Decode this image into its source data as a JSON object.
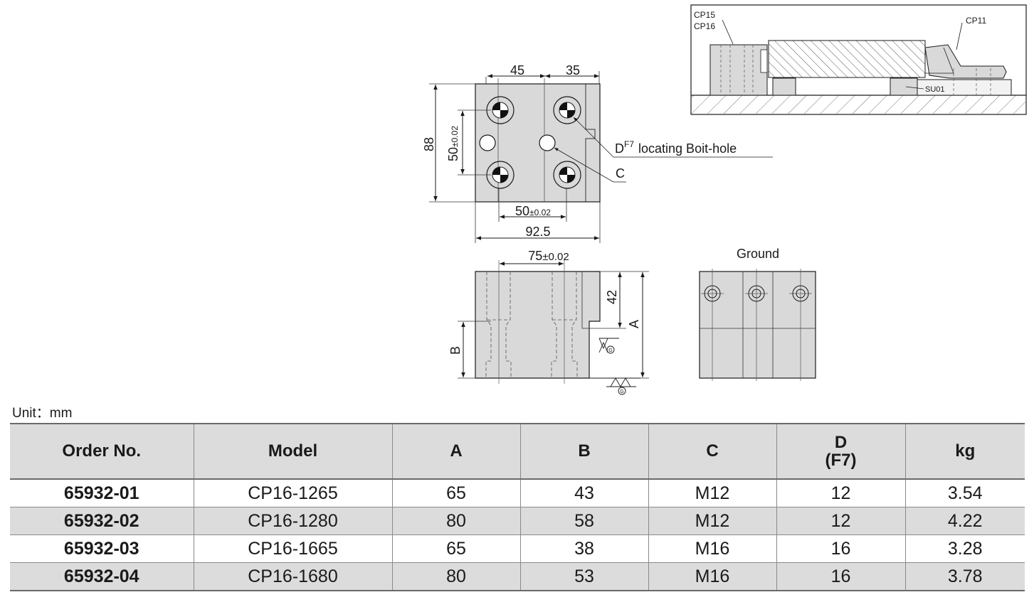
{
  "drawing": {
    "top_view": {
      "dim_width_left": "45",
      "dim_width_right": "35",
      "dim_height": "88",
      "dim_hole_vertical_value": "50",
      "dim_hole_vertical_tol": "±0.02",
      "dim_hole_horizontal_value": "50",
      "dim_hole_horizontal_tol": "±0.02",
      "dim_total_width": "92.5",
      "callout_d_prefix": "D",
      "callout_d_sup": "F7",
      "callout_d_text": "locating Boit-hole",
      "callout_c": "C"
    },
    "side_view": {
      "dim_top_value": "75",
      "dim_top_tol": "±0.02",
      "dim_42": "42",
      "dim_a": "A",
      "dim_b": "B",
      "ground_symbol": "G"
    },
    "end_view": {
      "label": "Ground"
    },
    "inset": {
      "label_cp15": "CP15",
      "label_cp16": "CP16",
      "label_cp11": "CP11",
      "label_su01": "SU01"
    }
  },
  "unit_label": "Unit：mm",
  "table": {
    "headers": {
      "order_no": "Order No.",
      "model": "Model",
      "a": "A",
      "b": "B",
      "c": "C",
      "d_line1": "D",
      "d_line2": "(F7)",
      "kg": "kg"
    },
    "rows": [
      {
        "order_no": "65932-01",
        "model": "CP16-1265",
        "a": "65",
        "b": "43",
        "c": "M12",
        "d": "12",
        "kg": "3.54"
      },
      {
        "order_no": "65932-02",
        "model": "CP16-1280",
        "a": "80",
        "b": "58",
        "c": "M12",
        "d": "12",
        "kg": "4.22"
      },
      {
        "order_no": "65932-03",
        "model": "CP16-1665",
        "a": "65",
        "b": "38",
        "c": "M16",
        "d": "16",
        "kg": "3.28"
      },
      {
        "order_no": "65932-04",
        "model": "CP16-1680",
        "a": "80",
        "b": "53",
        "c": "M16",
        "d": "16",
        "kg": "3.78"
      }
    ]
  }
}
